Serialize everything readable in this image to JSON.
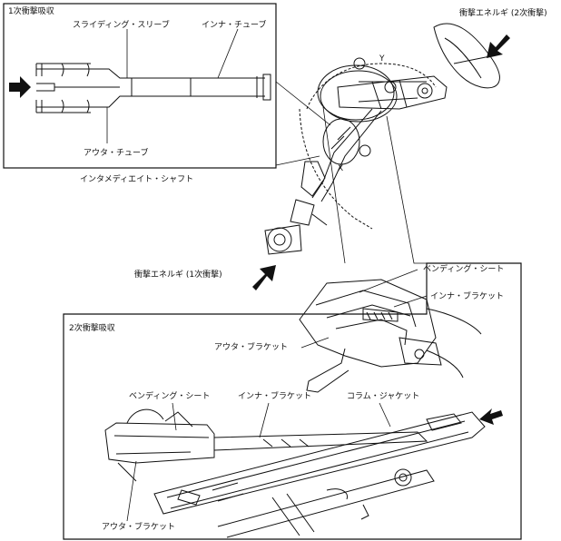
{
  "primary_panel": {
    "title": "1次衝撃吸収",
    "label_sliding_sleeve": "スライディング・スリーブ",
    "label_inner_tube": "インナ・チューブ",
    "label_outer_tube": "アウタ・チューブ"
  },
  "shaft_caption": "インタメディエイト・シャフト",
  "secondary_energy": "衝撃エネルギ (2次衝撃)",
  "primary_energy": "衝撃エネルギ (1次衝撃)",
  "marker_x": "X",
  "marker_y": "Y",
  "mid_labels": {
    "bending_sheet": "ベンディング・シート",
    "inner_bracket": "インナ・ブラケット",
    "outer_bracket": "アウタ・ブラケット"
  },
  "secondary_panel": {
    "title": "2次衝撃吸収",
    "label_bending_sheet": "ベンディング・シート",
    "label_inner_bracket": "インナ・ブラケット",
    "label_column_jacket": "コラム・ジャケット",
    "label_outer_bracket": "アウタ・ブラケット"
  }
}
